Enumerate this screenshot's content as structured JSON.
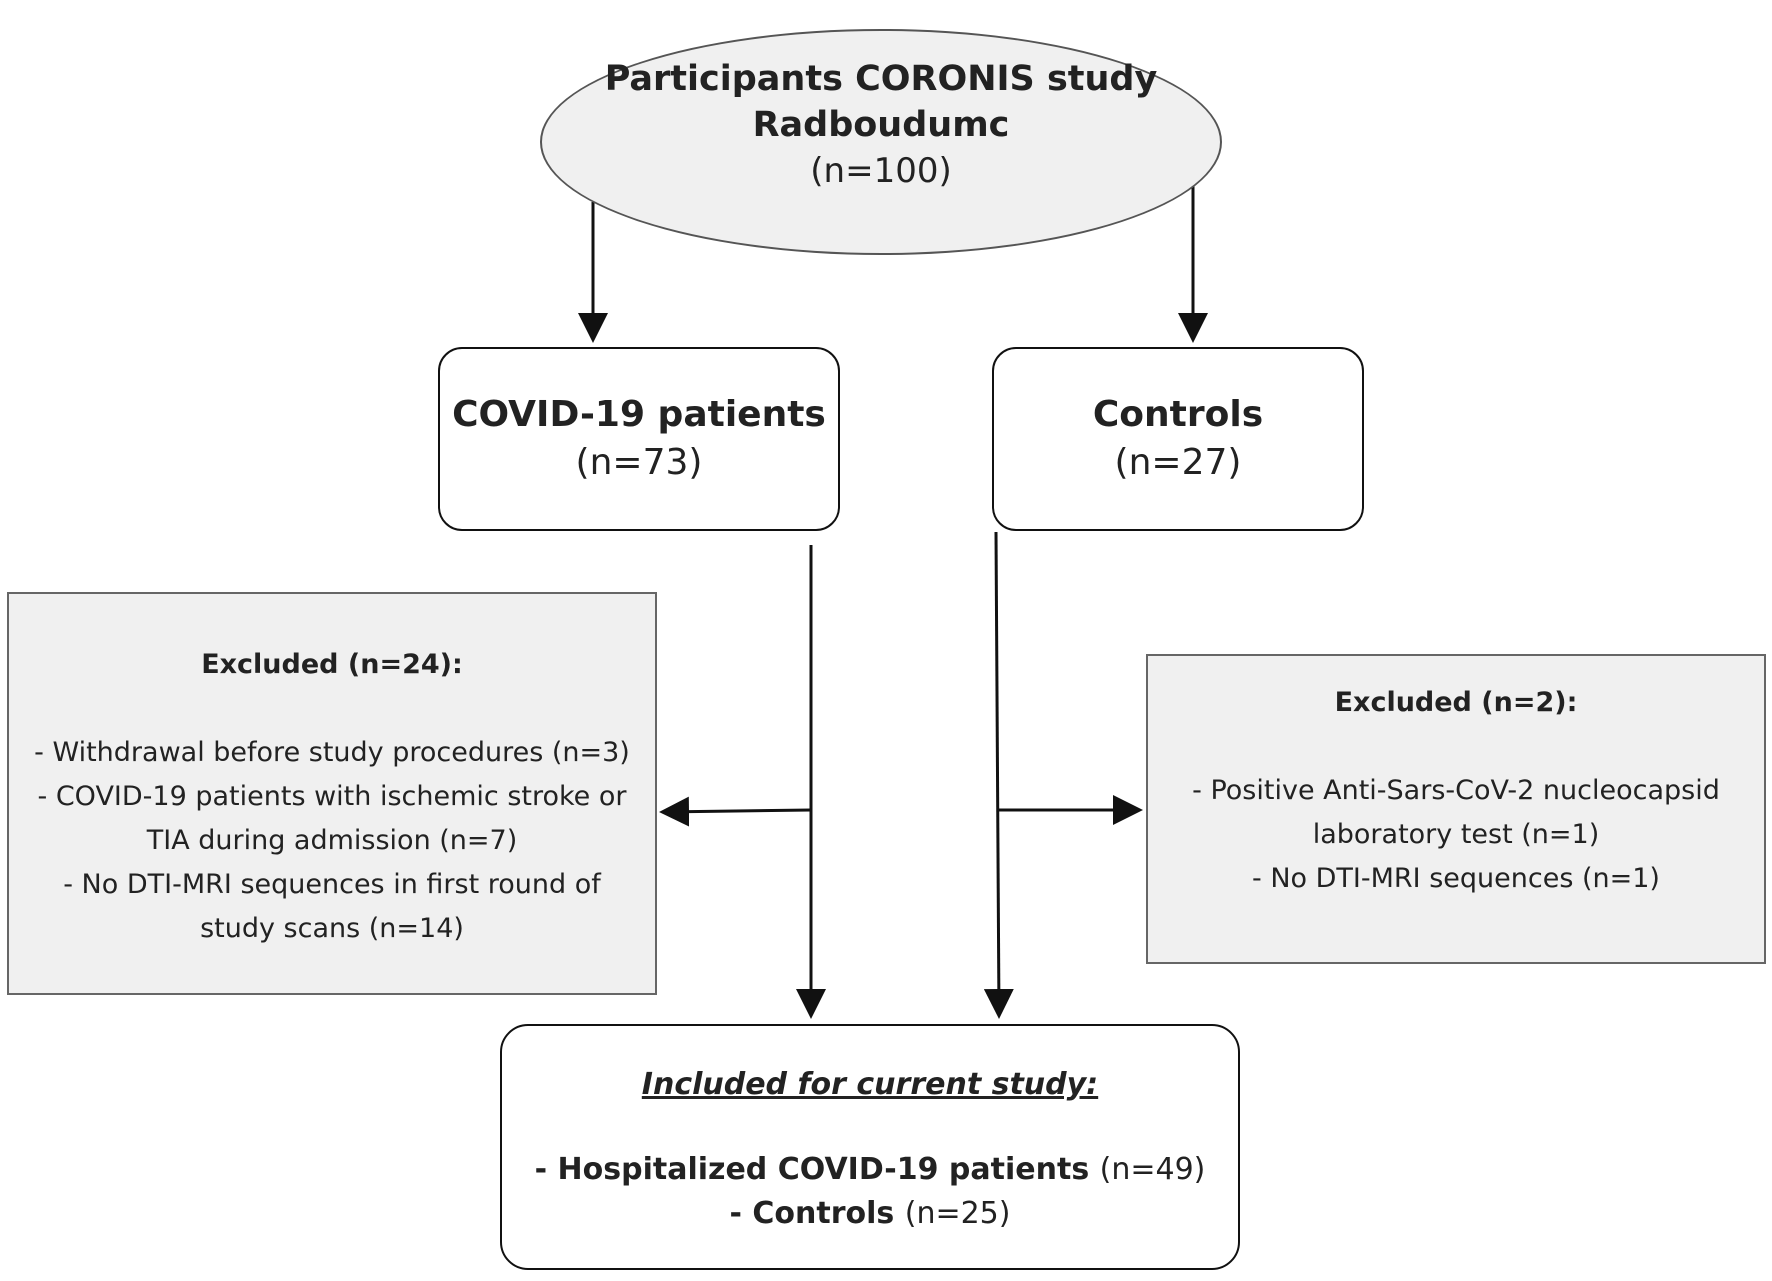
{
  "source": {
    "title": "Participants CORONIS study Radboudumc",
    "count": "(n=100)"
  },
  "covid_group": {
    "title": "COVID-19 patients",
    "count": "(n=73)"
  },
  "controls_group": {
    "title": "Controls",
    "count": "(n=27)"
  },
  "excluded_covid": {
    "heading": "Excluded (n=24):",
    "items": [
      "- Withdrawal before study procedures (n=3)",
      "- COVID-19 patients with ischemic stroke or TIA during admission (n=7)",
      "- No DTI-MRI sequences in first round of study scans (n=14)"
    ]
  },
  "excluded_controls": {
    "heading": "Excluded (n=2):",
    "items": [
      "- Positive Anti-Sars-CoV-2 nucleocapsid laboratory test (n=1)",
      "- No DTI-MRI sequences (n=1)"
    ]
  },
  "included": {
    "heading": "Included for current study:",
    "rows": [
      {
        "label": "- Hospitalized COVID-19 patients",
        "count": "(n=49)"
      },
      {
        "label": "- Controls",
        "count": "(n=25)"
      }
    ]
  },
  "colors": {
    "box_fill_grey": "#f0f0f0",
    "border_dark": "#111111",
    "border_grey": "#666666",
    "text": "#222222"
  }
}
